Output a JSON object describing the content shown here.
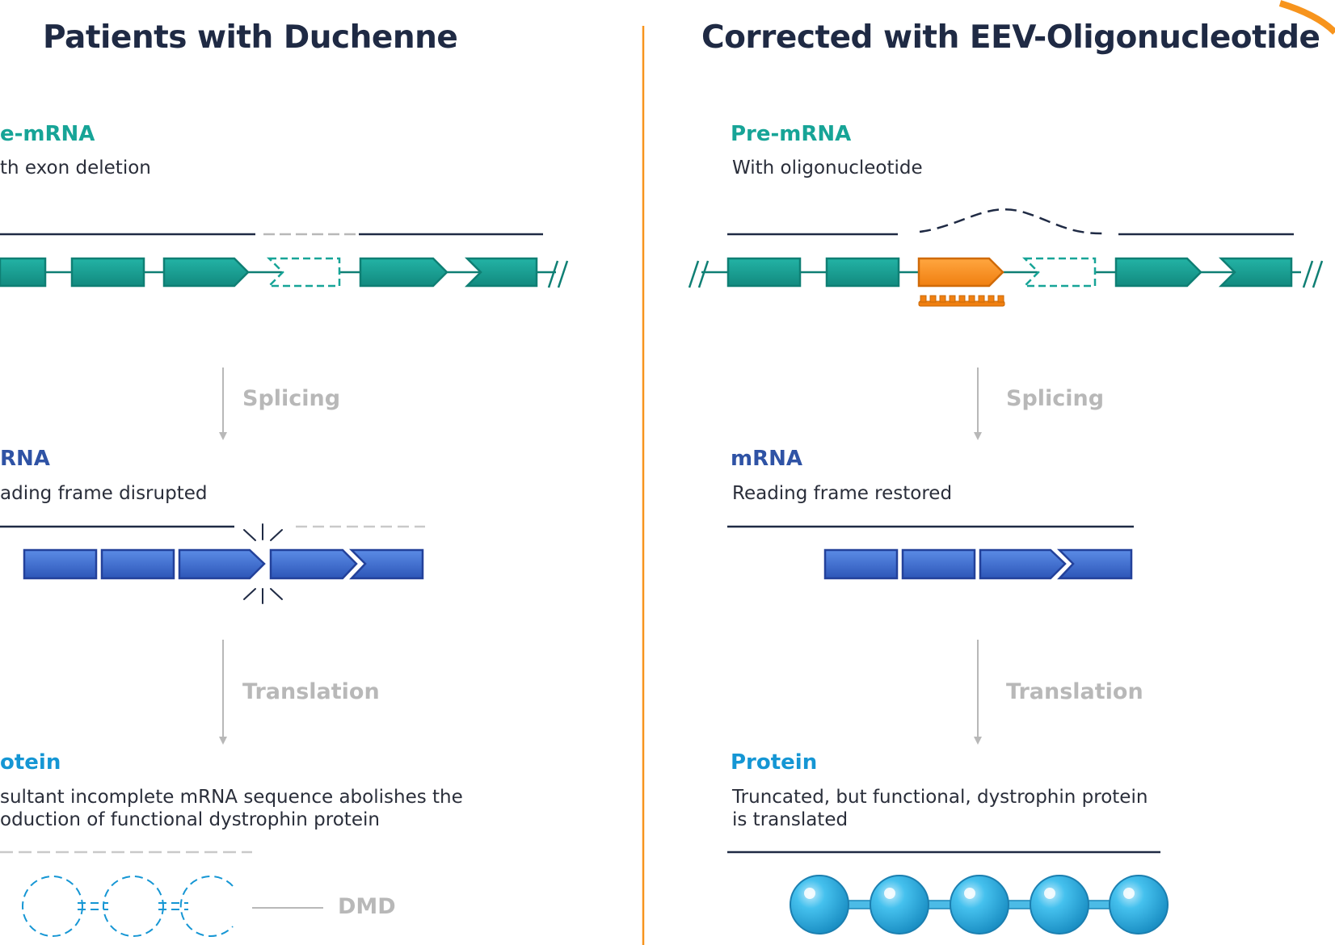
{
  "left": {
    "title": "Patients with Duchenne",
    "premrna_label": "e-mRNA",
    "premrna_desc": "th exon deletion",
    "splicing": "Splicing",
    "mrna_label": "RNA",
    "mrna_desc": "ading frame disrupted",
    "translation": "Translation",
    "protein_label": "otein",
    "protein_desc_1": "sultant incomplete mRNA sequence abolishes the",
    "protein_desc_2": "oduction of functional dystrophin protein",
    "dmd_label": "DMD"
  },
  "right": {
    "title": "Corrected with EEV-Oligonucleotide",
    "premrna_label": "Pre-mRNA",
    "premrna_desc": "With oligonucleotide",
    "splicing": "Splicing",
    "mrna_label": "mRNA",
    "mrna_desc": "Reading frame restored",
    "translation": "Translation",
    "protein_label": "Protein",
    "protein_desc_1": "Truncated, but functional, dystrophin protein",
    "protein_desc_2": "is translated"
  },
  "colors": {
    "exon_teal": "#17a497",
    "exon_blue": "#3e6fcf",
    "oligo_orange": "#f7941d",
    "bead_cyan": "#2fb6e8",
    "divider": "#f7941d",
    "title": "#1f2a44"
  }
}
